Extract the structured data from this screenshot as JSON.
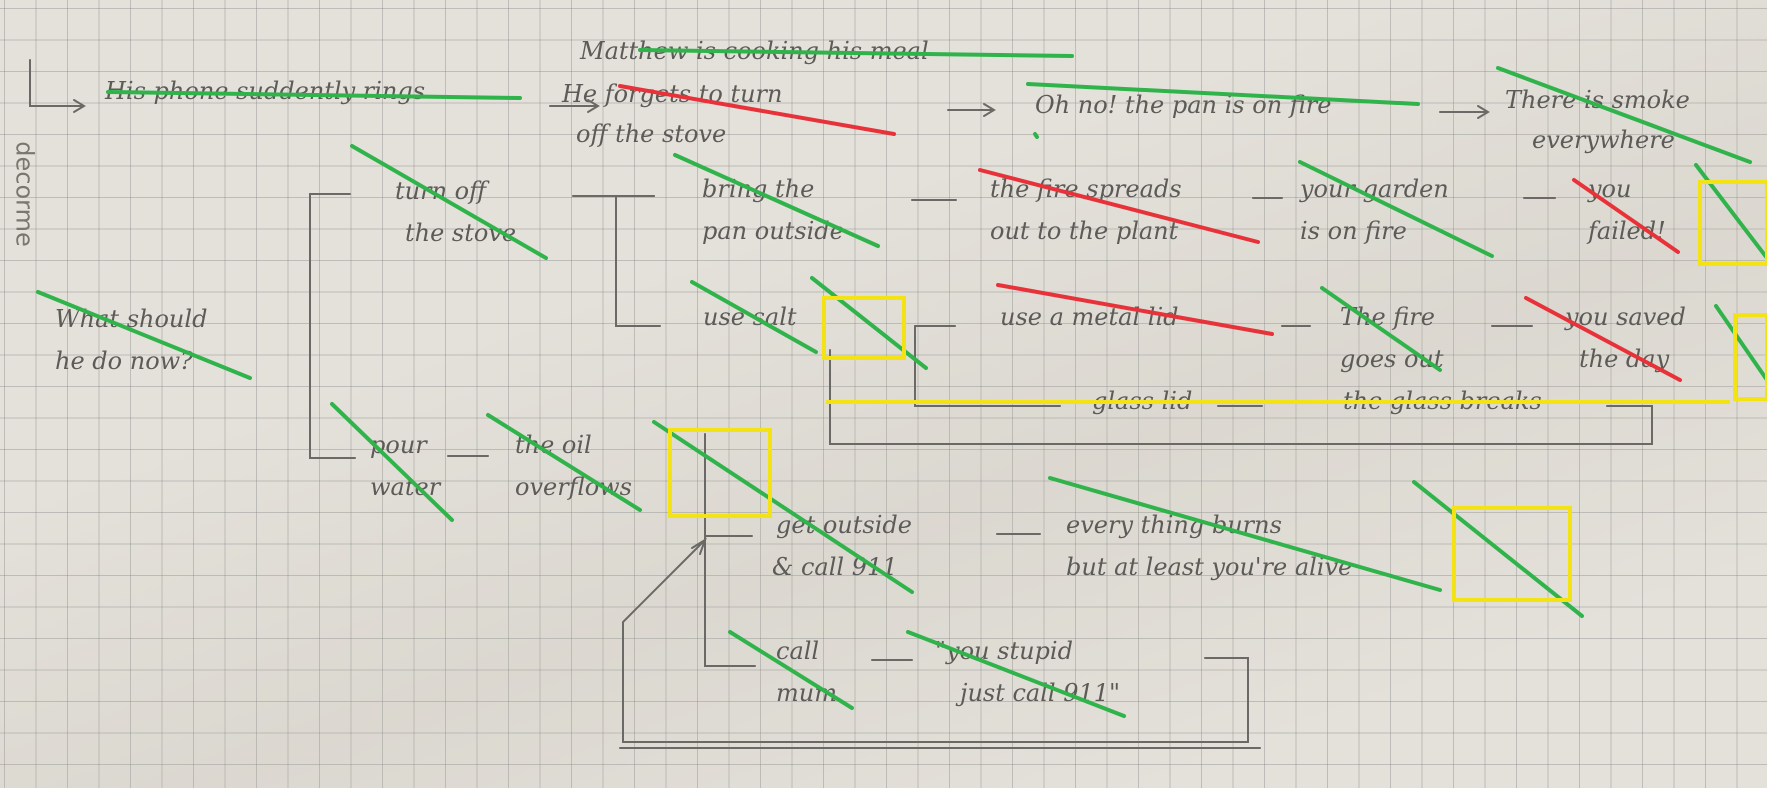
{
  "margin_text": "decorme",
  "nodes": {
    "title": "Matthew is cooking his meal",
    "phone": "His phone suddently rings",
    "forgets_1": "He forgets to turn",
    "forgets_2": "off the stove",
    "oh_no": "Oh no! the pan is on fire",
    "smoke_1": "There is smoke",
    "smoke_2": "everywhere",
    "question_1": "What should",
    "question_2": "he do now?",
    "turnoff_1": "turn off",
    "turnoff_2": "the stove",
    "bring_1": "bring the",
    "bring_2": "pan outside",
    "spreads_1": "the fire spreads",
    "spreads_2": "out to the plant",
    "garden_1": "your garden",
    "garden_2": "is on fire",
    "failed_1": "you",
    "failed_2": "failed!",
    "salt": "use salt",
    "metal_lid": "use a metal lid",
    "goes_out_1": "The fire",
    "goes_out_2": "goes out",
    "saved_1": "you saved",
    "saved_2": "the day",
    "glass_lid": "glass lid",
    "glass_breaks": "the glass breaks",
    "pour_1": "pour",
    "pour_2": "water",
    "overflows_1": "the oil",
    "overflows_2": "overflows",
    "outside_1": "get outside",
    "outside_2": "& call 911",
    "burns_1": "every thing burns",
    "burns_2": "but at least you're alive",
    "mum_1": "call",
    "mum_2": "mum",
    "stupid_1": "\"you stupid",
    "stupid_2": "just call 911\""
  },
  "annotation_colors": {
    "green": "#2fb34a",
    "red": "#e8323a",
    "yellow": "#f3e214",
    "pencil": "#5c5b58"
  }
}
